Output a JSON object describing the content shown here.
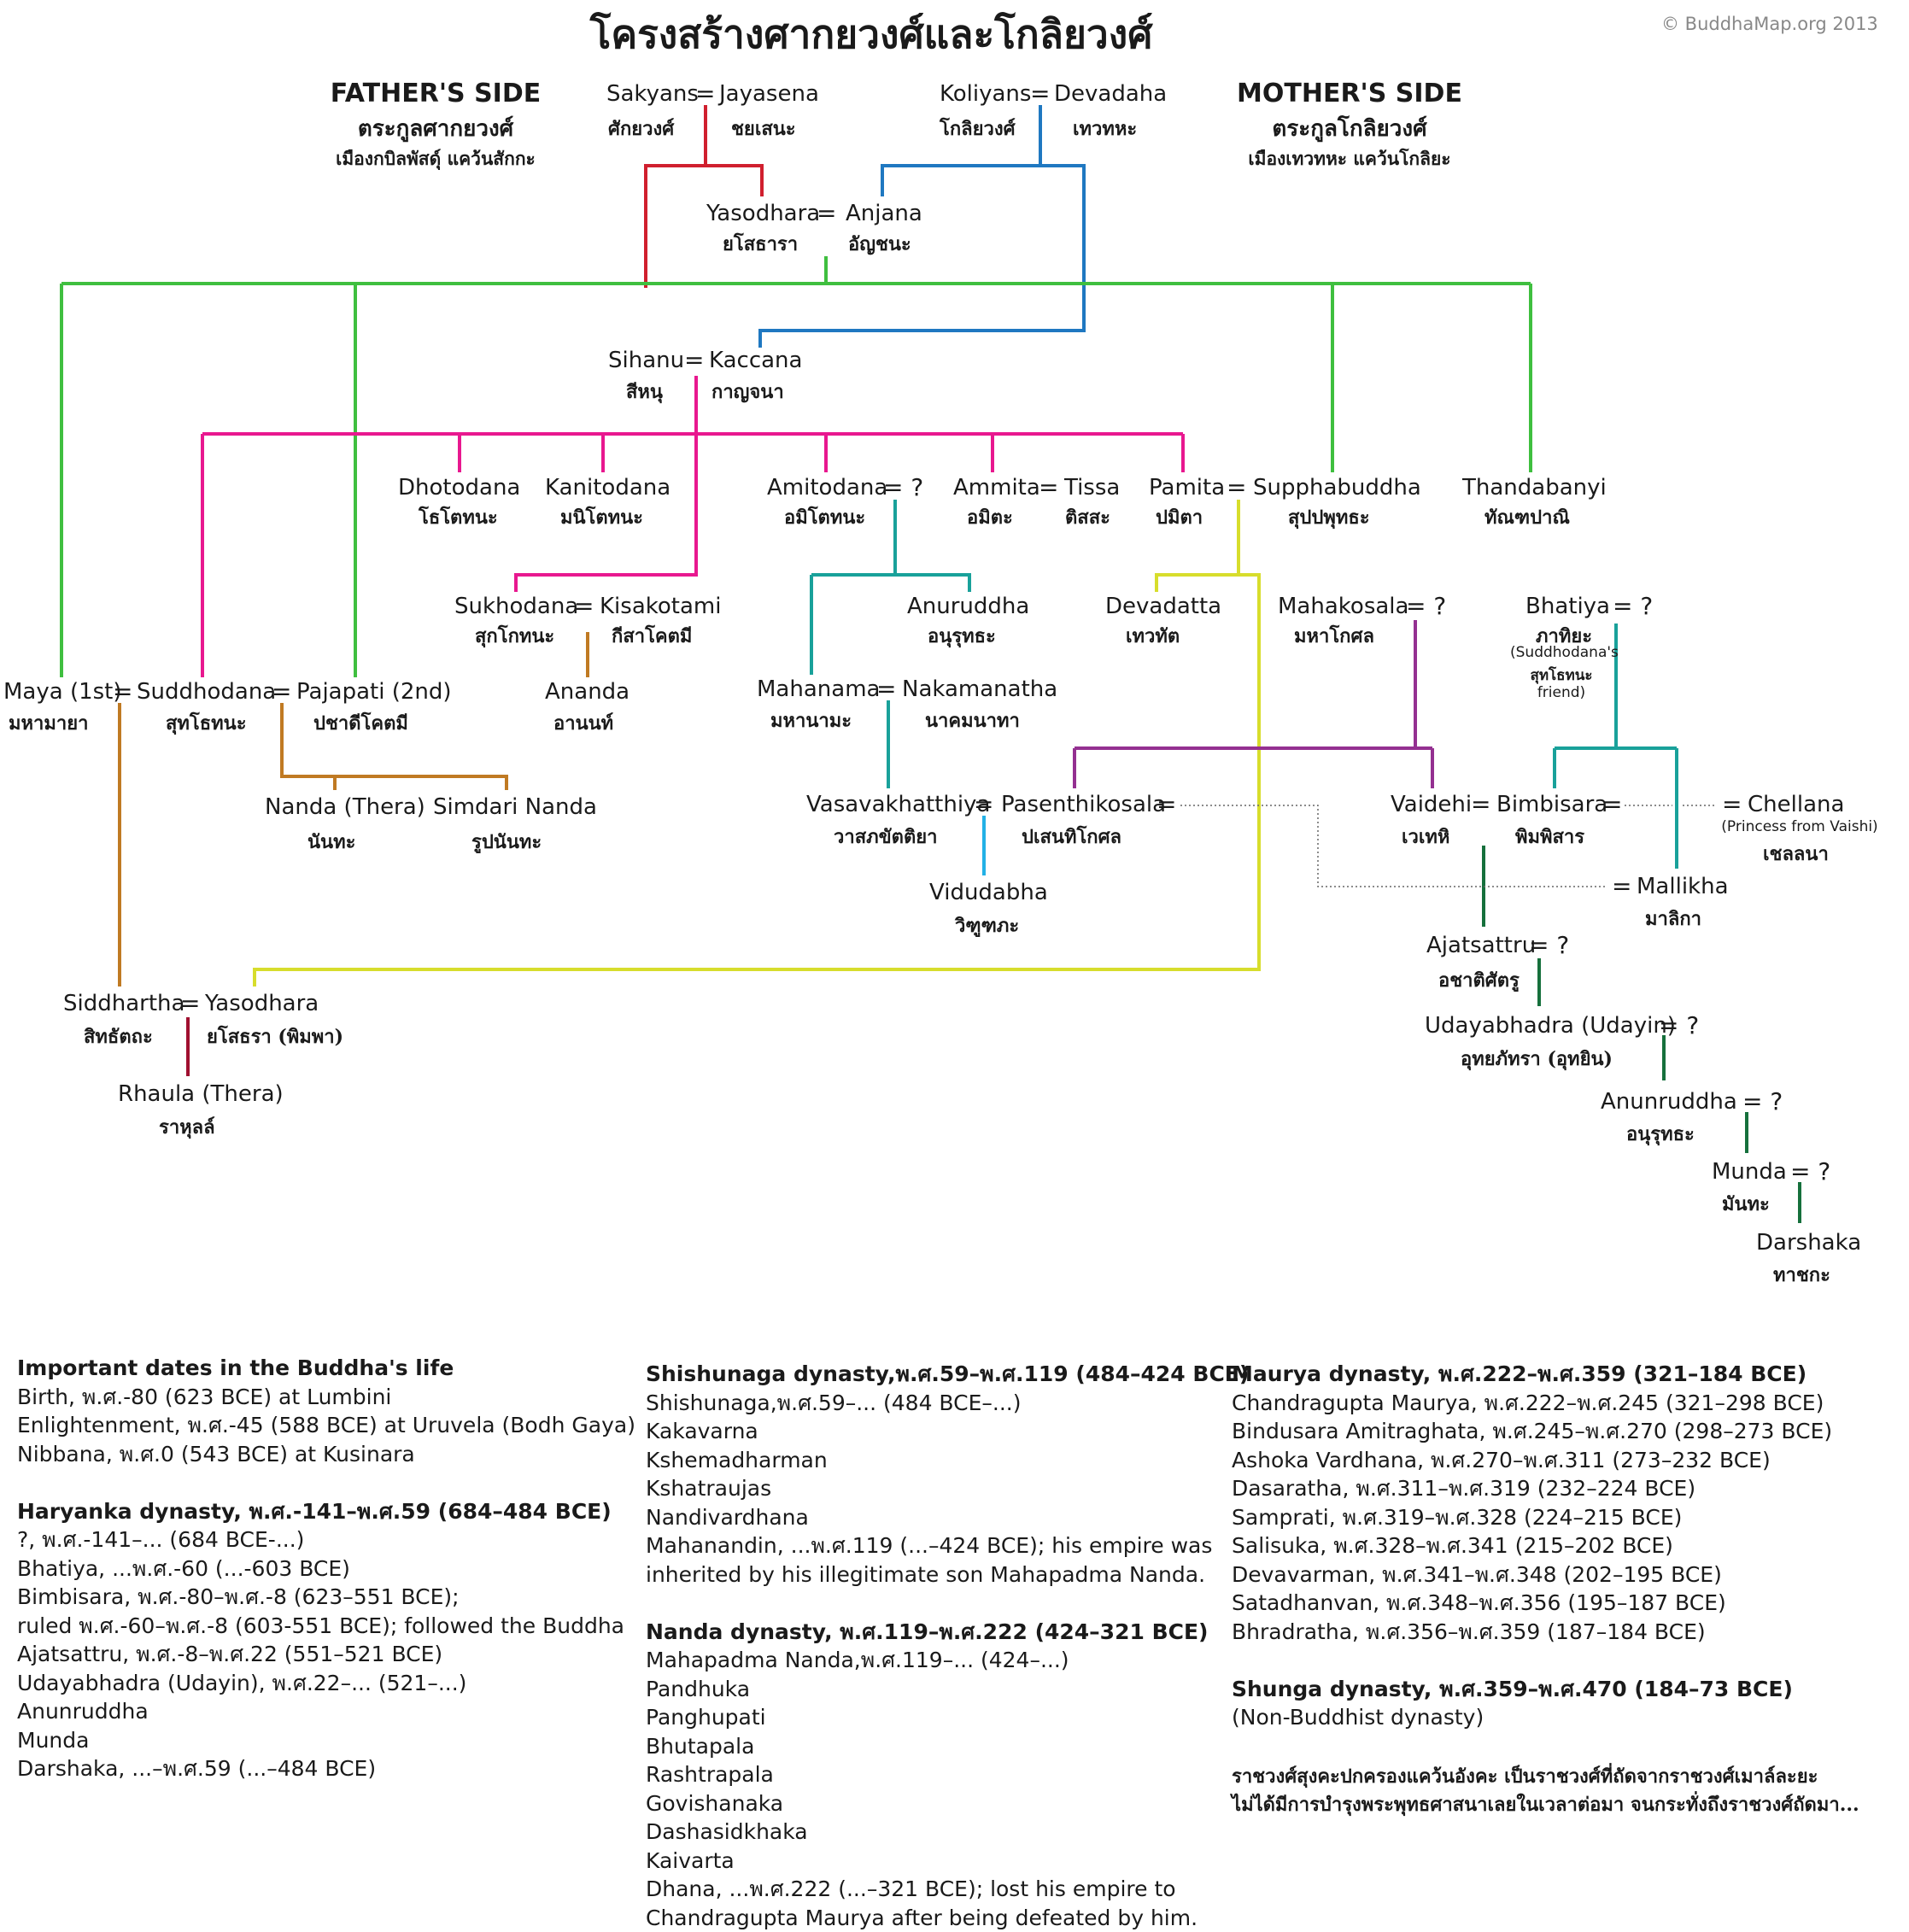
{
  "header": {
    "title": "โครงสร้างศากยวงศ์และโกลิยวงศ์",
    "copyright": "© BuddhaMap.org 2013",
    "father_title": "FATHER'S SIDE",
    "father_thai": "ตระกูลศากยวงศ์",
    "father_place": "เมืองกบิลพัสดุ์ แคว้นสักกะ",
    "mother_title": "MOTHER'S SIDE",
    "mother_thai": "ตระกูลโกลิยวงศ์",
    "mother_place": "เมืองเทวทหะ แคว้นโกลิยะ"
  },
  "persons": [
    {
      "id": "sakyans",
      "name": "Sakyans",
      "thai": "ศักยวงศ์"
    },
    {
      "id": "jayasena",
      "name": "Jayasena",
      "thai": "ชยเสนะ"
    },
    {
      "id": "koliyans",
      "name": "Koliyans",
      "thai": "โกลิยวงศ์"
    },
    {
      "id": "devadaha",
      "name": "Devadaha",
      "thai": "เทวทหะ"
    },
    {
      "id": "yasodhara1",
      "name": "Yasodhara",
      "thai": "ยโสธารา"
    },
    {
      "id": "anjana",
      "name": "Anjana",
      "thai": "อัญชนะ"
    },
    {
      "id": "sihanu",
      "name": "Sihanu",
      "thai": "สีหนุ"
    },
    {
      "id": "kaccana",
      "name": "Kaccana",
      "thai": "กาญจนา"
    },
    {
      "id": "dhotodana",
      "name": "Dhotodana",
      "thai": "โธโตทนะ"
    },
    {
      "id": "kanitodana",
      "name": "Kanitodana",
      "thai": "มนิโตทนะ"
    },
    {
      "id": "amitodana",
      "name": "Amitodana",
      "thai": "อมิโตทนะ"
    },
    {
      "id": "ammita",
      "name": "Ammita",
      "thai": "อมิตะ"
    },
    {
      "id": "tissa",
      "name": "Tissa",
      "thai": "ติสสะ"
    },
    {
      "id": "pamita",
      "name": "Pamita",
      "thai": "ปมิตา"
    },
    {
      "id": "supphabuddha",
      "name": "Supphabuddha",
      "thai": "สุปปพุทธะ"
    },
    {
      "id": "thandabanyi",
      "name": "Thandabanyi",
      "thai": "ทัณฑปาณิ"
    },
    {
      "id": "sukhodana",
      "name": "Sukhodana",
      "thai": "สุกโกทนะ"
    },
    {
      "id": "kisakotami",
      "name": "Kisakotami",
      "thai": "กีสาโคตมี"
    },
    {
      "id": "ananda",
      "name": "Ananda",
      "thai": "อานนท์"
    },
    {
      "id": "anuruddha",
      "name": "Anuruddha",
      "thai": "อนุรุทธะ"
    },
    {
      "id": "devadatta",
      "name": "Devadatta",
      "thai": "เทวทัต"
    },
    {
      "id": "mahakosala",
      "name": "Mahakosala",
      "thai": "มหาโกศล"
    },
    {
      "id": "bhatiya",
      "name": "Bhatiya",
      "thai": "ภาทิยะ"
    },
    {
      "id": "maya",
      "name": "Maya (1st)",
      "thai": "มหามายา"
    },
    {
      "id": "suddhodana",
      "name": "Suddhodana",
      "thai": "สุทโธทนะ"
    },
    {
      "id": "pajapati",
      "name": "Pajapati (2nd)",
      "thai": "ปชาดีโคตมี"
    },
    {
      "id": "mahanama",
      "name": "Mahanama",
      "thai": "มหานามะ"
    },
    {
      "id": "nakamanatha",
      "name": "Nakamanatha",
      "thai": "นาคมนาทา"
    },
    {
      "id": "nanda",
      "name": "Nanda (Thera)",
      "thai": "นันทะ"
    },
    {
      "id": "simdari",
      "name": "Simdari Nanda",
      "thai": "รูปนันทะ"
    },
    {
      "id": "vasavakhatthiya",
      "name": "Vasavakhatthiya",
      "thai": "วาสภขัตติยา"
    },
    {
      "id": "pasenthikosala",
      "name": "Pasenthikosala",
      "thai": "ปเสนทิโกศล"
    },
    {
      "id": "vaidehi",
      "name": "Vaidehi",
      "thai": "เวเทหิ"
    },
    {
      "id": "bimbisara",
      "name": "Bimbisara",
      "thai": "พิมพิสาร"
    },
    {
      "id": "chellana",
      "name": "Chellana",
      "thai": "เชลลนา"
    },
    {
      "id": "vidudabha",
      "name": "Vidudabha",
      "thai": "วิฑูฑภะ"
    },
    {
      "id": "mallikha",
      "name": "Mallikha",
      "thai": "มาลิกา"
    },
    {
      "id": "ajatsattru",
      "name": "Ajatsattru",
      "thai": "อชาติศัตรู"
    },
    {
      "id": "siddhartha",
      "name": "Siddhartha",
      "thai": "สิทธัตถะ"
    },
    {
      "id": "yasodhara2",
      "name": "Yasodhara",
      "thai": "ยโสธรา (พิมพา)"
    },
    {
      "id": "udayabhadra",
      "name": "Udayabhadra (Udayin)",
      "thai": "อุทยภัทรา (อุทยิน)"
    },
    {
      "id": "rhaula",
      "name": "Rhaula (Thera)",
      "thai": "ราหุลล์"
    },
    {
      "id": "anunruddha",
      "name": "Anunruddha",
      "thai": "อนุรุทธะ"
    },
    {
      "id": "munda",
      "name": "Munda",
      "thai": "มันทะ"
    },
    {
      "id": "darshaka",
      "name": "Darshaka",
      "thai": "ทาชกะ"
    }
  ],
  "symbols": {
    "equals": "=",
    "unknown": "= ?",
    "unknown_q": "?"
  },
  "small_notes": {
    "bhatiya_1": "(Suddhodana's",
    "bhatiya_2": "สุทโธทนะ",
    "bhatiya_3": "friend)",
    "chellana": "(Princess from Vaishi)"
  },
  "colors": {
    "green": "#3fbf3f",
    "red": "#d01f2e",
    "blue": "#1f78c1",
    "magenta": "#e8188f",
    "teal": "#19a19a",
    "lime": "#d7dd2c",
    "purple": "#943091",
    "brown": "#c07a23",
    "sky": "#23b1e6",
    "darkgreen": "#16703c",
    "crimson": "#a01030"
  },
  "notes": {
    "col1": [
      {
        "b": true,
        "t": "Important dates in the Buddha's life"
      },
      {
        "t": "Birth, พ.ศ.-80 (623 BCE) at Lumbini"
      },
      {
        "t": "Enlightenment, พ.ศ.-45 (588 BCE) at Uruvela (Bodh Gaya)"
      },
      {
        "t": "Nibbana, พ.ศ.0 (543 BCE) at Kusinara"
      },
      {
        "gap": true
      },
      {
        "b": true,
        "t": "Haryanka dynasty, พ.ศ.-141–พ.ศ.59 (684–484 BCE)"
      },
      {
        "t": "?, พ.ศ.-141–... (684 BCE-...)"
      },
      {
        "t": "Bhatiya, ...พ.ศ.-60 (...-603 BCE)"
      },
      {
        "t": "Bimbisara, พ.ศ.-80–พ.ศ.-8 (623–551 BCE);"
      },
      {
        "t": "ruled พ.ศ.-60–พ.ศ.-8 (603-551 BCE); followed the Buddha"
      },
      {
        "t": "Ajatsattru, พ.ศ.-8–พ.ศ.22 (551–521 BCE)"
      },
      {
        "t": "Udayabhadra (Udayin), พ.ศ.22–... (521–...)"
      },
      {
        "t": "Anunruddha"
      },
      {
        "t": "Munda"
      },
      {
        "t": "Darshaka, ...–พ.ศ.59 (...–484 BCE)"
      }
    ],
    "col2": [
      {
        "b": true,
        "t": "Shishunaga dynasty,พ.ศ.59–พ.ศ.119 (484–424 BCE)"
      },
      {
        "t": "Shishunaga,พ.ศ.59–... (484 BCE–...)"
      },
      {
        "t": "Kakavarna"
      },
      {
        "t": "Kshemadharman"
      },
      {
        "t": "Kshatraujas"
      },
      {
        "t": "Nandivardhana"
      },
      {
        "t": "Mahanandin, ...พ.ศ.119 (...–424 BCE); his empire was"
      },
      {
        "t": "inherited by his illegitimate son Mahapadma Nanda."
      },
      {
        "gap": true
      },
      {
        "b": true,
        "t": "Nanda dynasty, พ.ศ.119–พ.ศ.222 (424–321 BCE)"
      },
      {
        "t": "Mahapadma Nanda,พ.ศ.119–... (424–...)"
      },
      {
        "t": "Pandhuka"
      },
      {
        "t": "Panghupati"
      },
      {
        "t": "Bhutapala"
      },
      {
        "t": "Rashtrapala"
      },
      {
        "t": "Govishanaka"
      },
      {
        "t": "Dashasidkhaka"
      },
      {
        "t": "Kaivarta"
      },
      {
        "t": "Dhana, ...พ.ศ.222 (...–321 BCE); lost his empire to"
      },
      {
        "t": "Chandragupta Maurya after being defeated by him."
      }
    ],
    "col3": [
      {
        "b": true,
        "t": "Maurya dynasty, พ.ศ.222–พ.ศ.359 (321–184 BCE)"
      },
      {
        "t": "Chandragupta Maurya, พ.ศ.222–พ.ศ.245 (321–298 BCE)"
      },
      {
        "t": "Bindusara Amitraghata, พ.ศ.245–พ.ศ.270 (298–273 BCE)"
      },
      {
        "t": "Ashoka Vardhana, พ.ศ.270–พ.ศ.311 (273–232 BCE)"
      },
      {
        "t": "Dasaratha, พ.ศ.311–พ.ศ.319 (232–224 BCE)"
      },
      {
        "t": "Samprati, พ.ศ.319–พ.ศ.328 (224–215 BCE)"
      },
      {
        "t": "Salisuka, พ.ศ.328–พ.ศ.341 (215–202 BCE)"
      },
      {
        "t": "Devavarman, พ.ศ.341–พ.ศ.348 (202–195 BCE)"
      },
      {
        "t": "Satadhanvan, พ.ศ.348–พ.ศ.356 (195–187 BCE)"
      },
      {
        "t": "Bhradratha, พ.ศ.356–พ.ศ.359 (187–184 BCE)"
      },
      {
        "gap": true
      },
      {
        "b": true,
        "t": "Shunga dynasty, พ.ศ.359–พ.ศ.470 (184–73 BCE)"
      },
      {
        "t": "(Non-Buddhist dynasty)"
      }
    ],
    "thai_note_1": "ราชวงศ์สุงคะปกครองแคว้นอังคะ เป็นราชวงศ์ที่ถัดจากราชวงศ์เมาล์ละยะ",
    "thai_note_2": "ไม่ได้มีการบำรุงพระพุทธศาสนาเลยในเวลาต่อมา จนกระทั่งถึงราชวงศ์ถัดมา..."
  }
}
